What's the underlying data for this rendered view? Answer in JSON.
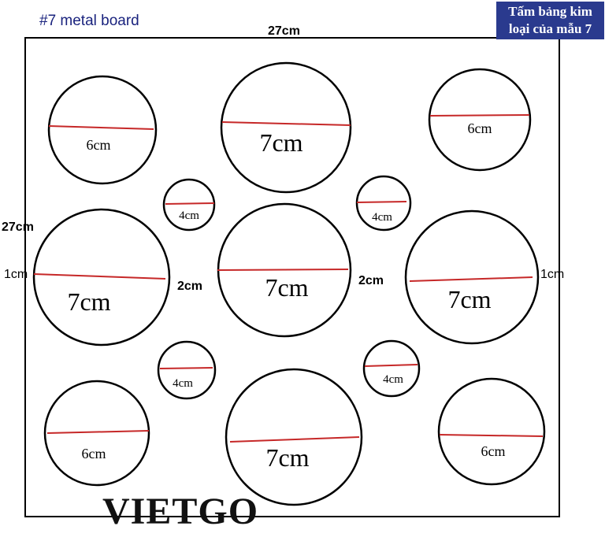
{
  "header": {
    "caption": "#7 metal board",
    "badge_line1": "Tấm bảng kim",
    "badge_line2": "loại của mẫu 7"
  },
  "board": {
    "width_label": "27cm",
    "height_label": "27cm",
    "margin_left_label": "1cm",
    "margin_right_label": "1cm",
    "gap_left_label": "2cm",
    "gap_right_label": "2cm"
  },
  "circles": [
    {
      "label": "6cm",
      "diameter_cm": 6
    },
    {
      "label": "7cm",
      "diameter_cm": 7
    },
    {
      "label": "6cm",
      "diameter_cm": 6
    },
    {
      "label": "4cm",
      "diameter_cm": 4
    },
    {
      "label": "4cm",
      "diameter_cm": 4
    },
    {
      "label": "7cm",
      "diameter_cm": 7
    },
    {
      "label": "7cm",
      "diameter_cm": 7
    },
    {
      "label": "7cm",
      "diameter_cm": 7
    },
    {
      "label": "4cm",
      "diameter_cm": 4
    },
    {
      "label": "4cm",
      "diameter_cm": 4
    },
    {
      "label": "6cm",
      "diameter_cm": 6
    },
    {
      "label": "7cm",
      "diameter_cm": 7
    },
    {
      "label": "6cm",
      "diameter_cm": 6
    }
  ],
  "brand": "VIETGO",
  "colors": {
    "line_red": "#c62828",
    "badge_bg": "#2a3a8e",
    "caption_blue": "#1a237e"
  }
}
